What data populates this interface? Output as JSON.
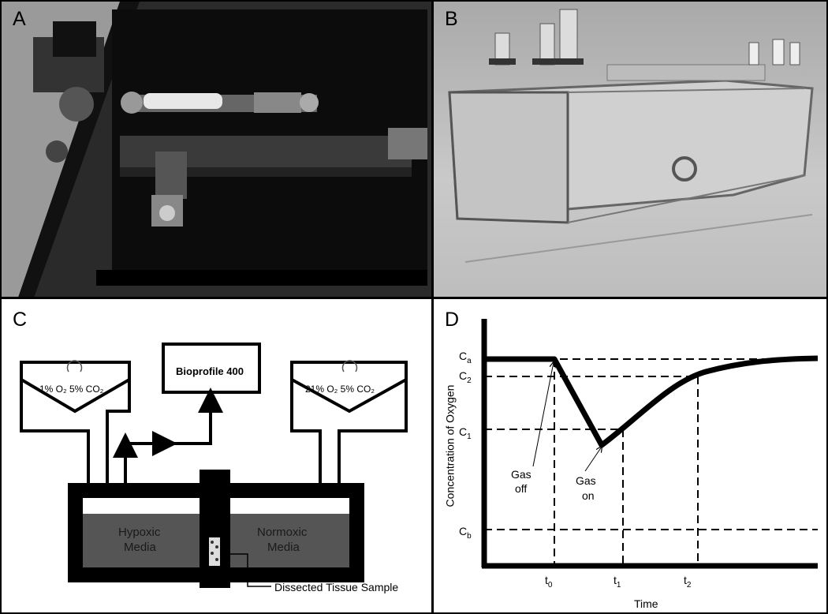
{
  "panels": {
    "a": {
      "letter": "A"
    },
    "b": {
      "letter": "B"
    },
    "c": {
      "letter": "C",
      "left_gas": "1% O₂  5% CO₂",
      "right_gas": "21% O₂  5% CO₂",
      "analyzer": "Bioprofile 400",
      "hypoxic_line1": "Hypoxic",
      "hypoxic_line2": "Media",
      "normoxic_line1": "Normoxic",
      "normoxic_line2": "Media",
      "sample_label": "Dissected Tissue Sample"
    },
    "d": {
      "letter": "D",
      "ylabel": "Concentration of Oxygen",
      "xlabel": "Time",
      "y_ticks": [
        "C",
        "C",
        "C",
        "C"
      ],
      "y_subs": [
        "a",
        "2",
        "1",
        "b"
      ],
      "x_ticks": [
        "t",
        "t",
        "t"
      ],
      "x_subs": [
        "0",
        "1",
        "2"
      ],
      "ann_off_1": "Gas",
      "ann_off_2": "off",
      "ann_on_1": "Gas",
      "ann_on_2": "on"
    }
  },
  "colors": {
    "media": "#555555",
    "frame": "#000000",
    "background": "#ffffff"
  }
}
